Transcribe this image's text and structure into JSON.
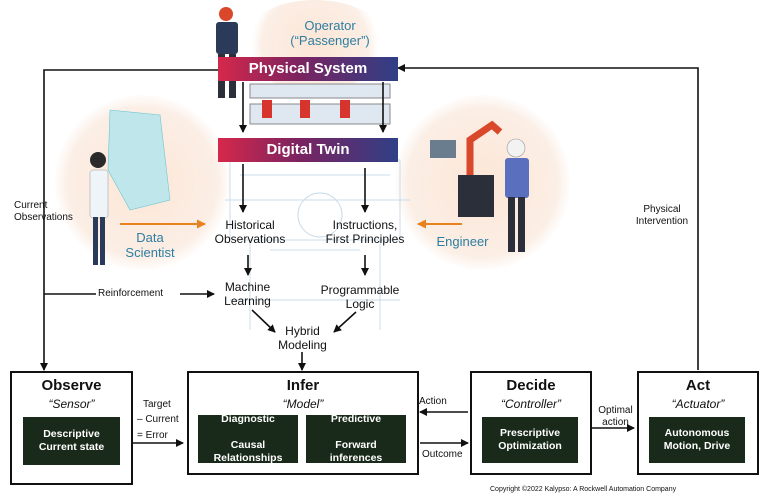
{
  "operator": "Operator\n(“Passenger”)",
  "physical_system": "Physical System",
  "digital_twin": "Digital Twin",
  "data_scientist": "Data\nScientist",
  "engineer": "Engineer",
  "historical_observations": "Historical\nObservations",
  "instructions": "Instructions,\nFirst Principles",
  "machine_learning": "Machine\nLearning",
  "programmable_logic": "Programmable\nLogic",
  "hybrid_modeling": "Hybrid\nModeling",
  "current_observations": "Current\nObservations",
  "reinforcement": "Reinforcement",
  "physical_intervention": "Physical\nIntervention",
  "target": "Target",
  "minus_current": "– Current",
  "equals_error": "= Error",
  "action": "Action",
  "outcome": "Outcome",
  "optimal_action": "Optimal\naction",
  "observe": {
    "title": "Observe",
    "sub": "“Sensor”",
    "inner": "Descriptive\nCurrent state"
  },
  "infer": {
    "title": "Infer",
    "sub": "“Model”",
    "inner1": "Diagnostic\n\nCausal\nRelationships",
    "inner2": "Predictive\n\nForward\ninferences"
  },
  "decide": {
    "title": "Decide",
    "sub": "“Controller”",
    "inner": "Prescriptive\nOptimization"
  },
  "act": {
    "title": "Act",
    "sub": "“Actuator”",
    "inner": "Autonomous\nMotion, Drive"
  },
  "copyright": "Copyright ©2022 Kalypso: A Rockwell Automation Company",
  "colors": {
    "role_text": "#2e7ea1",
    "arrow_orange": "#e8821e",
    "dark_box": "#1a2a1a"
  }
}
